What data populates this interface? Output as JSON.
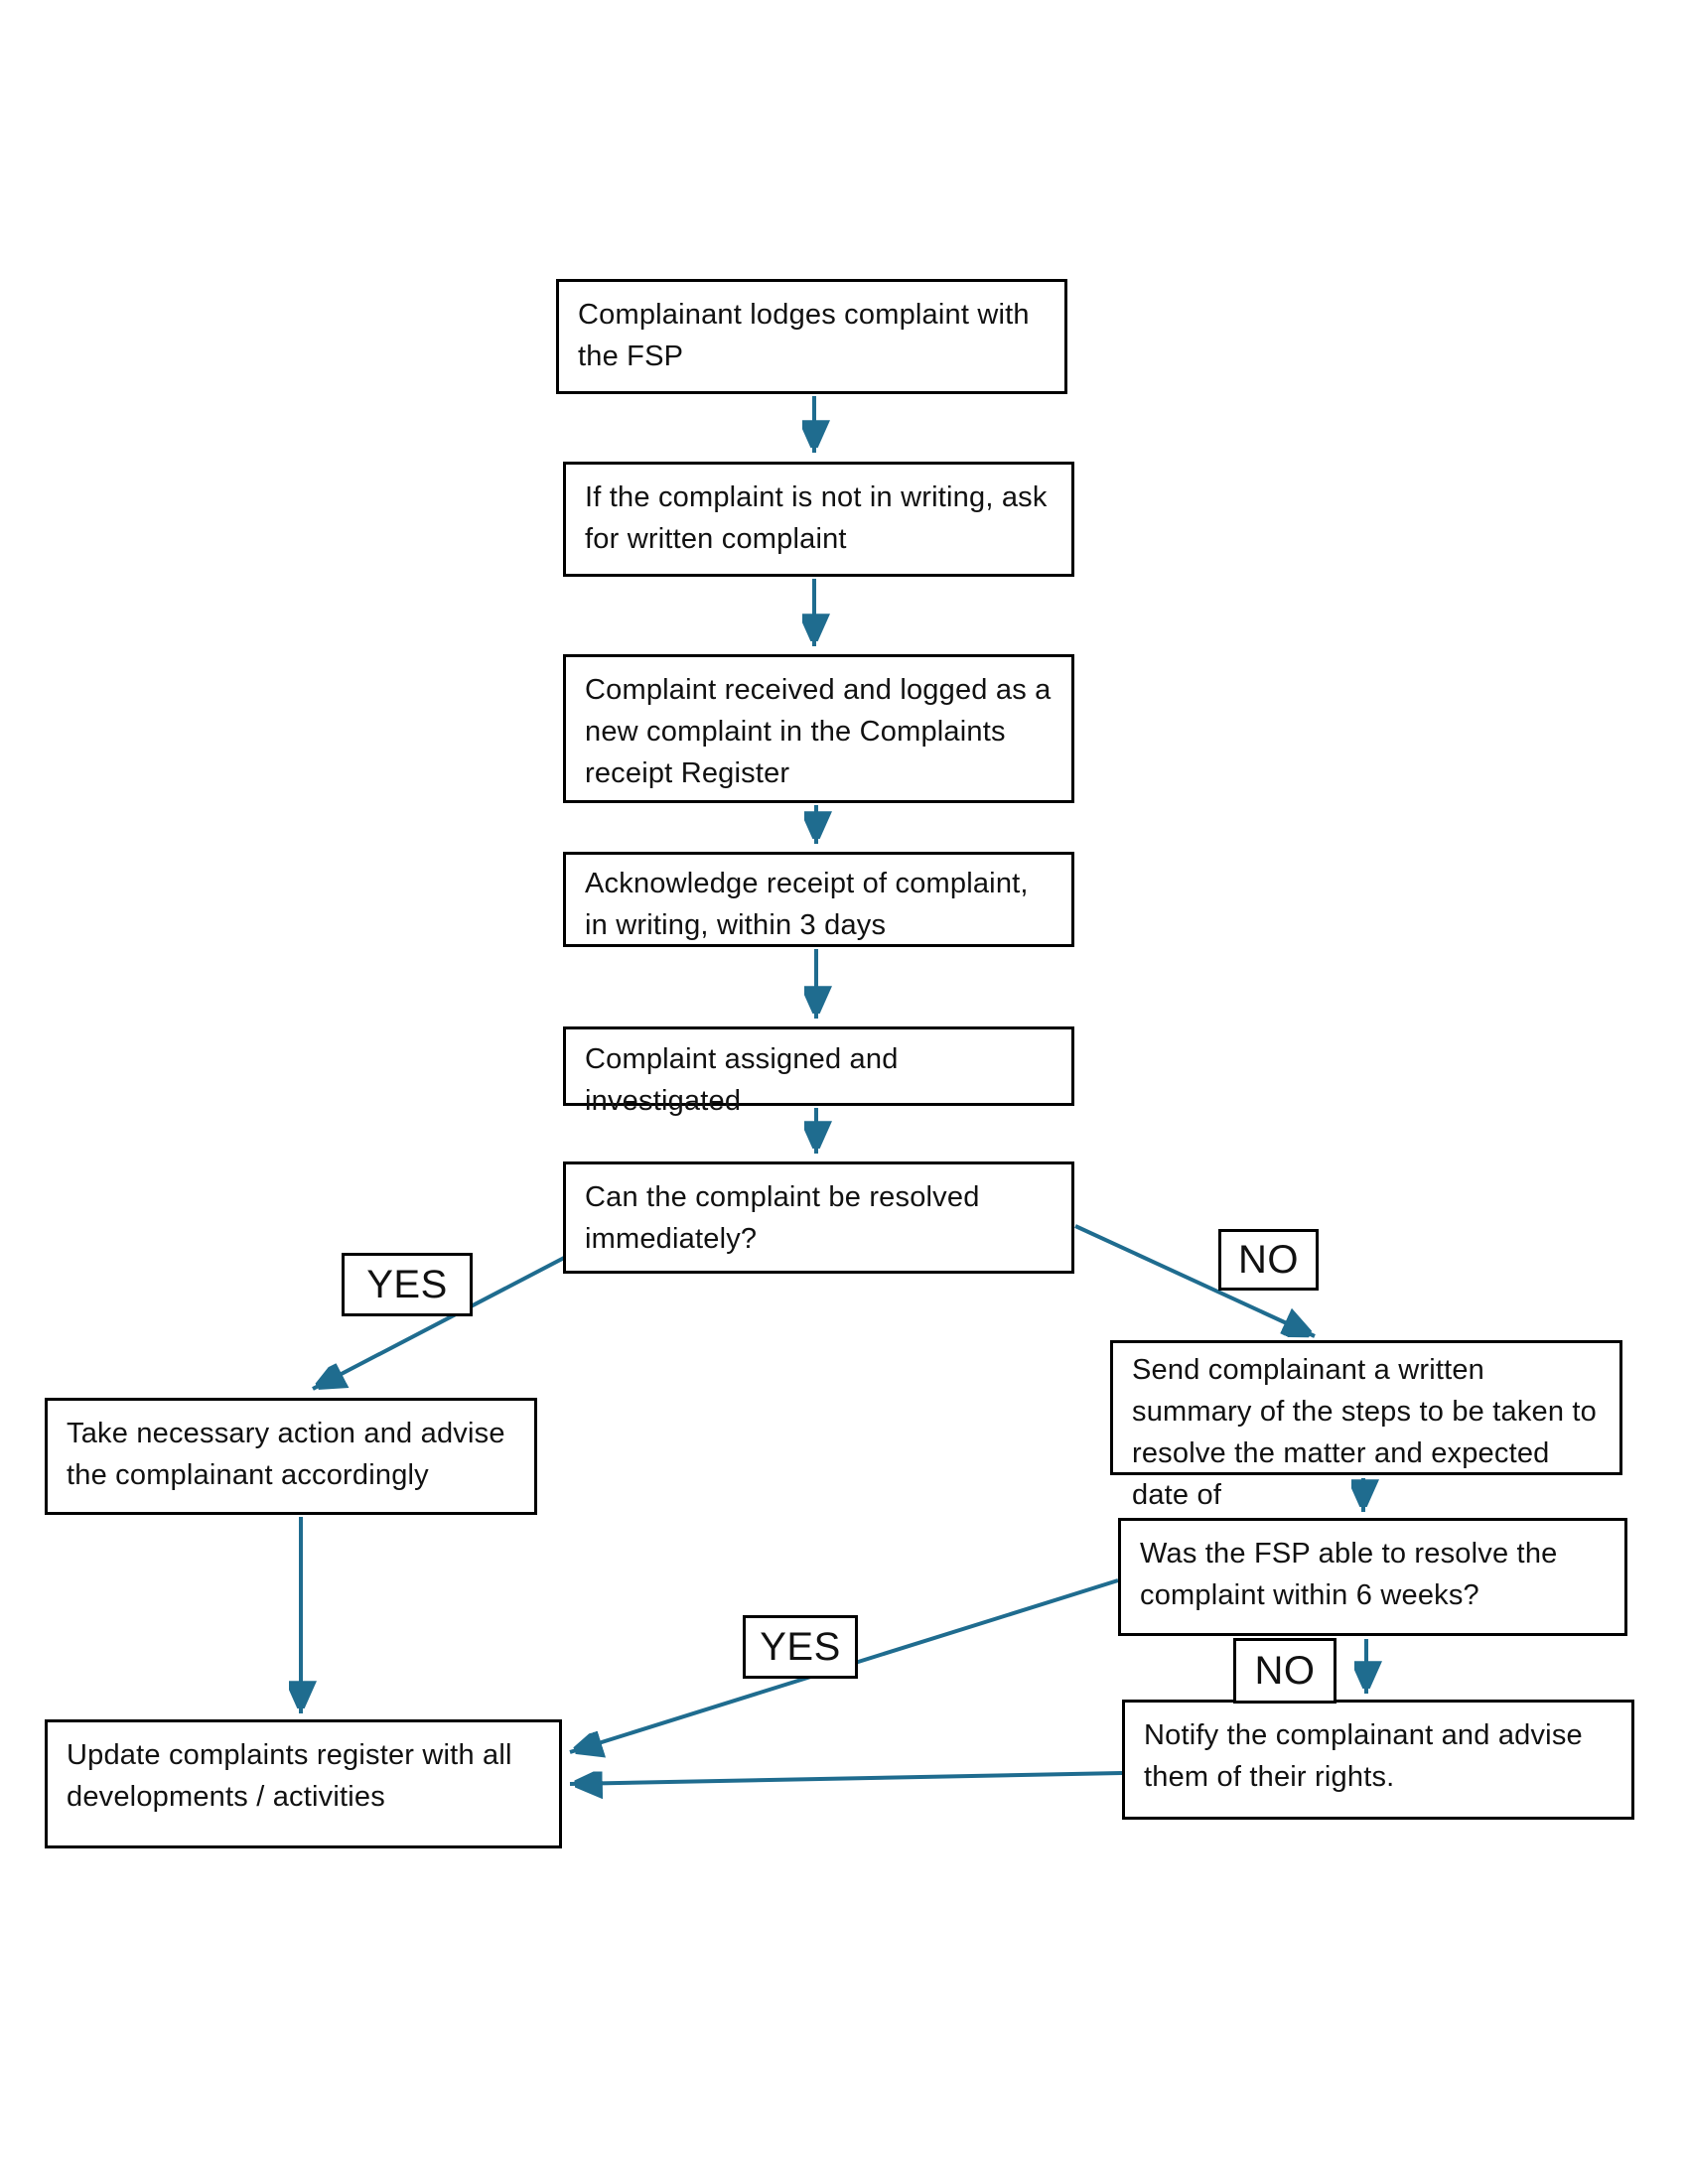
{
  "nodes": {
    "n1": {
      "text": "Complainant lodges complaint with the FSP"
    },
    "n2": {
      "text": "If the complaint is not in writing, ask for written complaint"
    },
    "n3": {
      "text": "Complaint received and logged as a new complaint in the Complaints receipt Register"
    },
    "n4": {
      "text": "Acknowledge receipt of complaint, in writing, within 3 days"
    },
    "n5": {
      "text": "Complaint assigned and investigated"
    },
    "n6": {
      "text": "Can the complaint be resolved immediately?"
    },
    "n7": {
      "text": "Take necessary action and advise the complainant accordingly"
    },
    "n8": {
      "text": "Send complainant a written summary of the steps to be taken to resolve the matter and expected date of"
    },
    "n9": {
      "text": "Was the FSP able to resolve the complaint within 6 weeks?"
    },
    "n10": {
      "text": "Notify the complainant and advise them of their rights."
    },
    "n11": {
      "text": "Update complaints register with all developments / activities"
    }
  },
  "labels": {
    "yes1": "YES",
    "no1": "NO",
    "yes2": "YES",
    "no2": "NO"
  },
  "connections": [
    {
      "from": "n1",
      "to": "n2",
      "label": ""
    },
    {
      "from": "n2",
      "to": "n3",
      "label": ""
    },
    {
      "from": "n3",
      "to": "n4",
      "label": ""
    },
    {
      "from": "n4",
      "to": "n5",
      "label": ""
    },
    {
      "from": "n5",
      "to": "n6",
      "label": ""
    },
    {
      "from": "n6",
      "to": "n7",
      "label": "YES"
    },
    {
      "from": "n6",
      "to": "n8",
      "label": "NO"
    },
    {
      "from": "n8",
      "to": "n9",
      "label": ""
    },
    {
      "from": "n9",
      "to": "n11",
      "label": "YES"
    },
    {
      "from": "n9",
      "to": "n10",
      "label": "NO"
    },
    {
      "from": "n7",
      "to": "n11",
      "label": ""
    },
    {
      "from": "n10",
      "to": "n11",
      "label": ""
    }
  ],
  "colors": {
    "connector": "#1F6C8F",
    "box_border": "#000000",
    "box_fill": "#FFFFFF",
    "text": "#111111"
  }
}
